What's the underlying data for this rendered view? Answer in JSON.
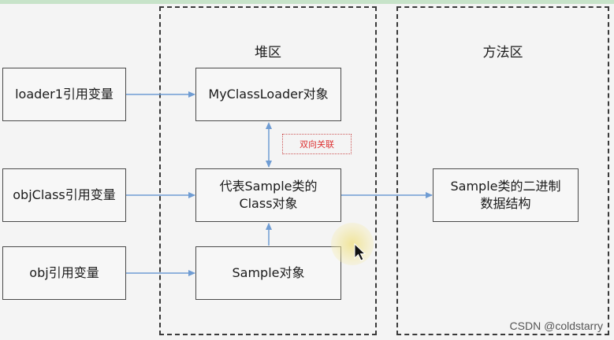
{
  "regions": {
    "heap_title": "堆区",
    "method_title": "方法区"
  },
  "boxes": {
    "loader1_ref": "loader1引用变量",
    "objclass_ref": "objClass引用变量",
    "obj_ref": "obj引用变量",
    "myclassloader_obj": "MyClassLoader对象",
    "class_obj_line1": "代表Sample类的",
    "class_obj_line2": "Class对象",
    "sample_obj": "Sample对象",
    "binary_line1": "Sample类的二进制",
    "binary_line2": "数据结构"
  },
  "annotation": {
    "bidirectional": "双向关联"
  },
  "watermark": "CSDN @coldstarry",
  "colors": {
    "arrow": "#6f9cd3",
    "border": "#4a4a4a",
    "annotation_text": "#d33"
  }
}
